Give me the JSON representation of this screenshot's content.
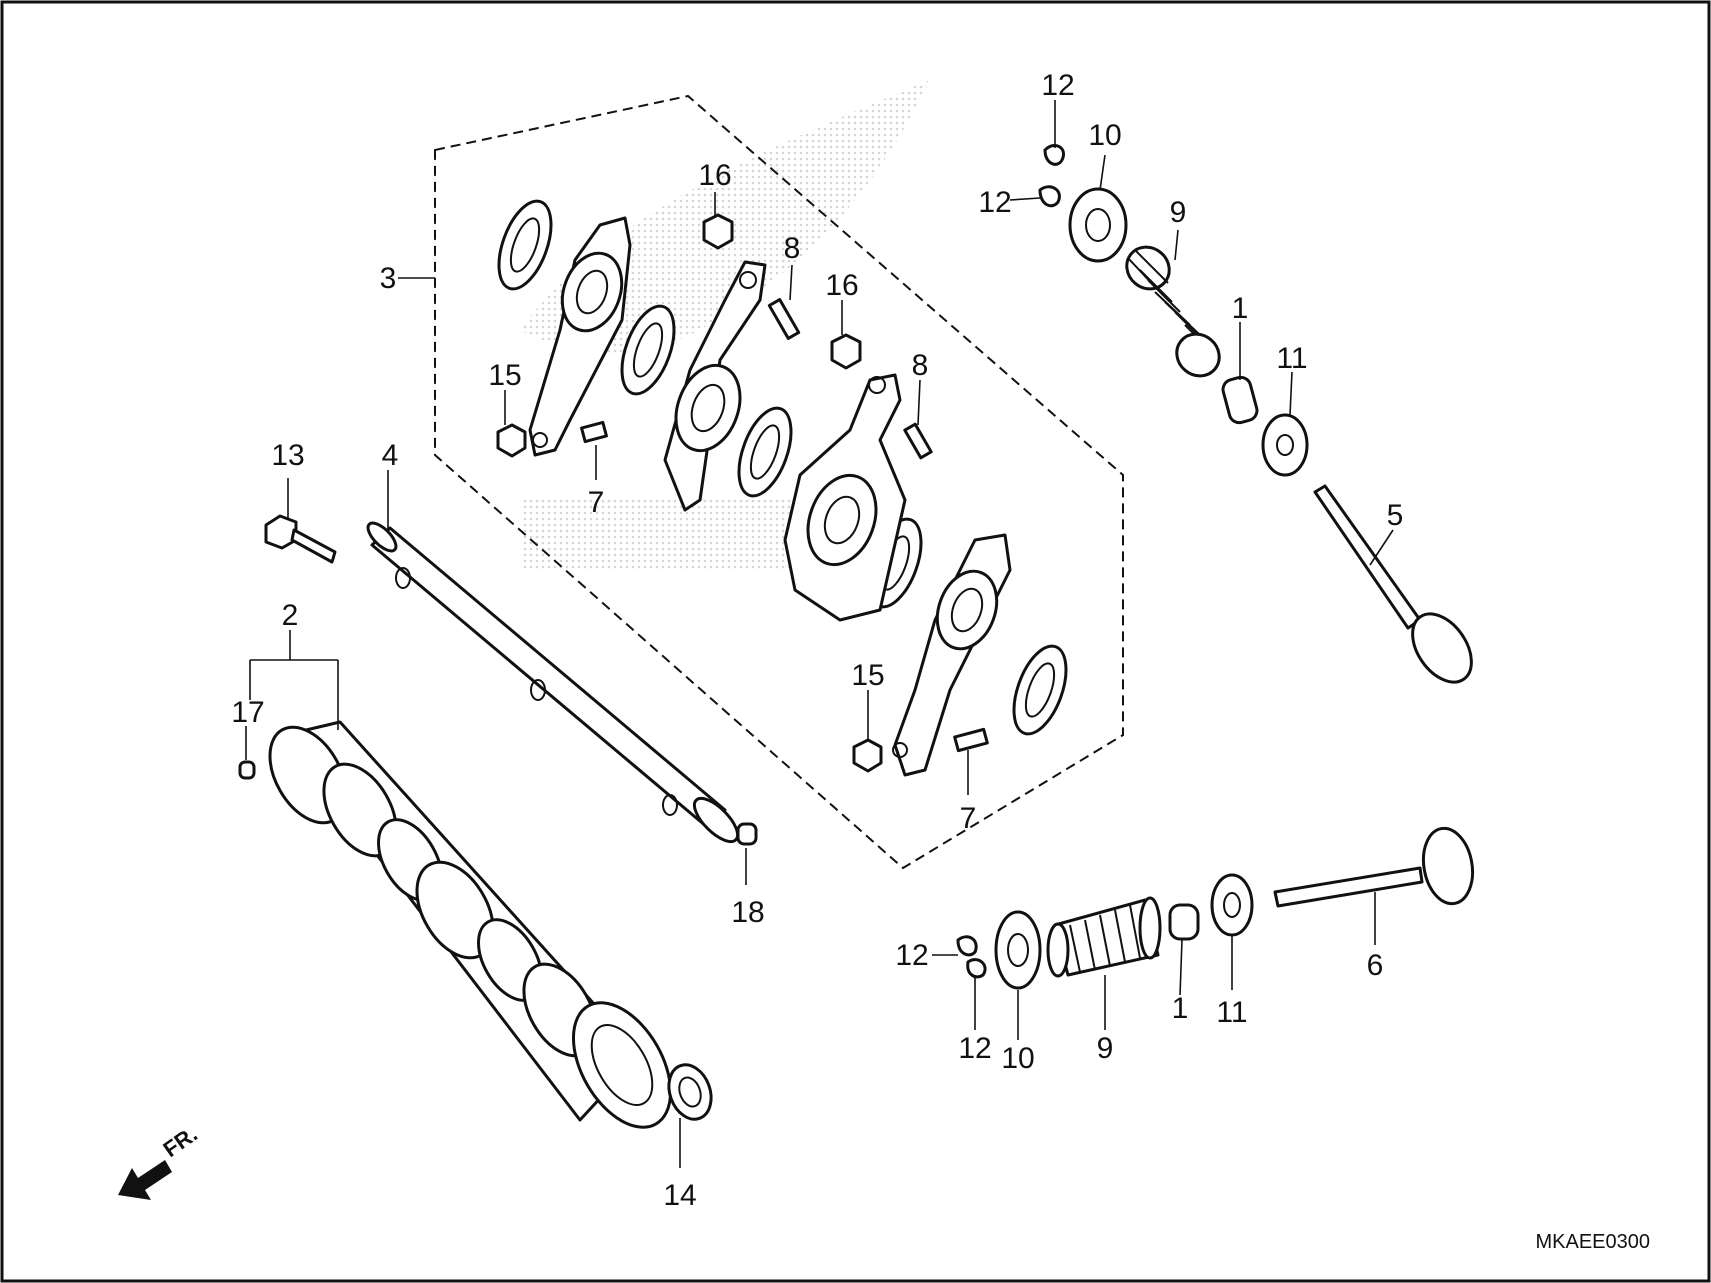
{
  "diagram": {
    "code": "MKAEE0300",
    "front_indicator": "FR.",
    "callouts": {
      "c1a": "1",
      "c1b": "1",
      "c2": "2",
      "c3": "3",
      "c4": "4",
      "c5": "5",
      "c6": "6",
      "c7a": "7",
      "c7b": "7",
      "c8a": "8",
      "c8b": "8",
      "c9a": "9",
      "c9b": "9",
      "c10a": "10",
      "c10b": "10",
      "c11a": "11",
      "c11b": "11",
      "c12a": "12",
      "c12b": "12",
      "c12c": "12",
      "c12d": "12",
      "c13": "13",
      "c14": "14",
      "c15a": "15",
      "c15b": "15",
      "c16a": "16",
      "c16b": "16",
      "c17": "17",
      "c18": "18"
    }
  }
}
